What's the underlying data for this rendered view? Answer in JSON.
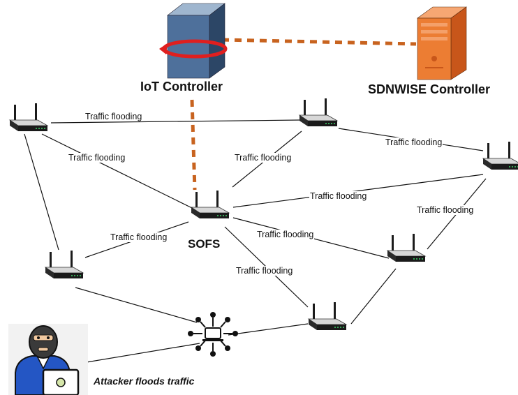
{
  "controllers": {
    "iot": {
      "label": "IoT Controller"
    },
    "sdnwise": {
      "label": "SDNWISE Controller"
    }
  },
  "nodes": {
    "sofs": {
      "label": "SOFS"
    },
    "attacker": {
      "label": "Attacker floods traffic"
    }
  },
  "edge_label": "Traffic flooding",
  "colors": {
    "control_link": "#c8631f",
    "iot_server": "#3d5f88",
    "sdnwise_server": "#e8782c",
    "attacker_shirt": "#2456c4"
  },
  "icons": [
    "server-icon",
    "router-icon",
    "hub-icon",
    "attacker-icon",
    "laptop-icon"
  ]
}
